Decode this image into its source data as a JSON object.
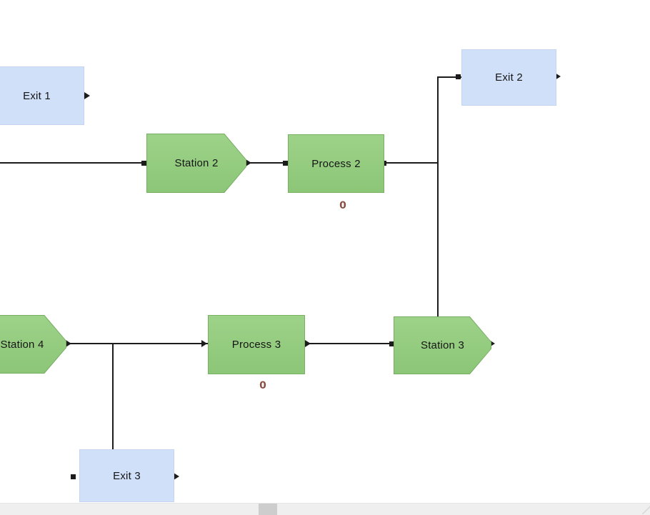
{
  "nodes": [
    {
      "id": "exit-1",
      "kind": "exit",
      "label": "Exit 1"
    },
    {
      "id": "station-2",
      "kind": "station",
      "label": "Station 2"
    },
    {
      "id": "process-2",
      "kind": "process",
      "label": "Process 2",
      "counter": "0"
    },
    {
      "id": "exit-2",
      "kind": "exit",
      "label": "Exit 2"
    },
    {
      "id": "station-4",
      "kind": "station",
      "label": "Station 4"
    },
    {
      "id": "process-3",
      "kind": "process",
      "label": "Process 3",
      "counter": "0"
    },
    {
      "id": "station-3",
      "kind": "station",
      "label": "Station 3"
    },
    {
      "id": "exit-3",
      "kind": "exit",
      "label": "Exit 3"
    }
  ],
  "connections": [
    {
      "from": "offscreen-left",
      "to": "station-2"
    },
    {
      "from": "station-2",
      "to": "process-2"
    },
    {
      "from": "process-2",
      "to": "exit-2"
    },
    {
      "from": "process-2",
      "to": "station-3"
    },
    {
      "from": "station-4",
      "to": "process-3"
    },
    {
      "from": "station-4",
      "to": "exit-3"
    },
    {
      "from": "process-3",
      "to": "station-3"
    }
  ],
  "colors": {
    "station_fill": "#93cb7f",
    "station_border": "#76ad60",
    "exit_fill": "#d0e0f9",
    "exit_border": "#c5d5f1",
    "connector_line": "#1c1c1c",
    "counter_text": "#8a4f43",
    "scrollbar_track": "#efefef",
    "scrollbar_thumb": "#cdcdcd"
  },
  "scrollbar": {
    "orientation": "horizontal"
  }
}
